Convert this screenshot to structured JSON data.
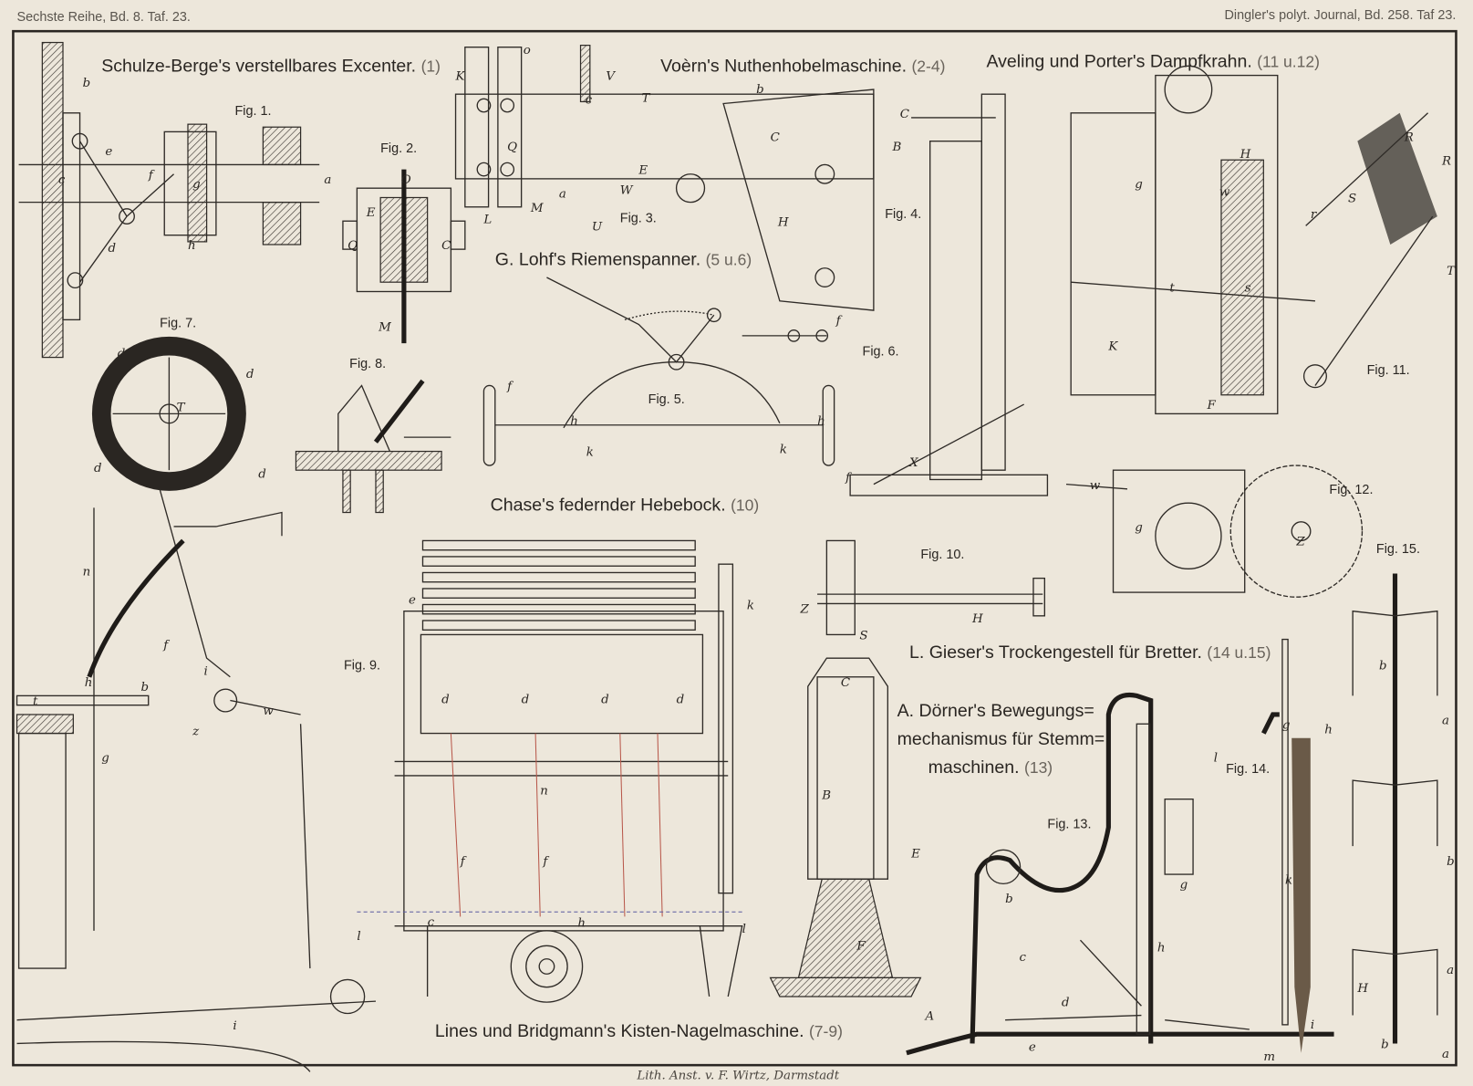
{
  "header": {
    "left": "Sechste Reihe, Bd. 8. Taf. 23.",
    "right": "Dingler's polyt. Journal, Bd. 258. Taf 23."
  },
  "titles": {
    "excenter": "Schulze-Berge's verstellbares Excenter.",
    "excenter_num": "(1)",
    "nuthenhobel": "Voèrn's Nuthenhobelmaschine.",
    "nuthenhobel_num": "(2-4)",
    "dampfkrahn": "Aveling und Porter's Dampfkrahn.",
    "dampfkrahn_num": "(11 u.12)",
    "riemenspanner": "G. Lohf's Riemenspanner.",
    "riemenspanner_num": "(5 u.6)",
    "hebebock": "Chase's federnder Hebebock.",
    "hebebock_num": "(10)",
    "trockengestell": "L. Gieser's Trockengestell für Bretter.",
    "trockengestell_num": "(14 u.15)",
    "doerner_1": "A. Dörner's Bewegungs=",
    "doerner_2": "mechanismus für Stemm=",
    "doerner_3": "maschinen.",
    "doerner_num": "(13)",
    "nagelmaschine": "Lines und Bridgmann's Kisten-Nagelmaschine.",
    "nagelmaschine_num": "(7-9)"
  },
  "figures": [
    "Fig. 1.",
    "Fig. 2.",
    "Fig. 3.",
    "Fig. 4.",
    "Fig. 5.",
    "Fig. 6.",
    "Fig. 7.",
    "Fig. 8.",
    "Fig. 9.",
    "Fig. 10.",
    "Fig. 11.",
    "Fig. 12.",
    "Fig. 13.",
    "Fig. 14.",
    "Fig. 15."
  ],
  "letters": [
    "b",
    "e",
    "c",
    "f",
    "g",
    "a",
    "d",
    "h",
    "O",
    "E",
    "Q",
    "C",
    "M",
    "K",
    "o",
    "V",
    "c",
    "T",
    "b",
    "C",
    "Q",
    "E",
    "a",
    "W",
    "L",
    "M",
    "U",
    "H",
    "C",
    "B",
    "X",
    "H",
    "R",
    "R",
    "S",
    "w",
    "g",
    "r",
    "t",
    "s",
    "K",
    "F",
    "T",
    "f",
    "h",
    "k",
    "h",
    "k",
    "f",
    "f",
    "d",
    "d",
    "T",
    "d",
    "d",
    "n",
    "f",
    "h",
    "t",
    "b",
    "w",
    "i",
    "z",
    "g",
    "i",
    "l",
    "e",
    "k",
    "d",
    "d",
    "d",
    "d",
    "n",
    "f",
    "f",
    "h",
    "c",
    "l",
    "Z",
    "H",
    "S",
    "C",
    "B",
    "E",
    "F",
    "A",
    "Z",
    "w",
    "g",
    "b",
    "c",
    "d",
    "e",
    "g",
    "h",
    "m",
    "l",
    "g",
    "h",
    "k",
    "H",
    "i",
    "b",
    "a",
    "b",
    "a",
    "b",
    "a"
  ],
  "imprint": "Lith. Anst. v. F. Wirtz, Darmstadt"
}
